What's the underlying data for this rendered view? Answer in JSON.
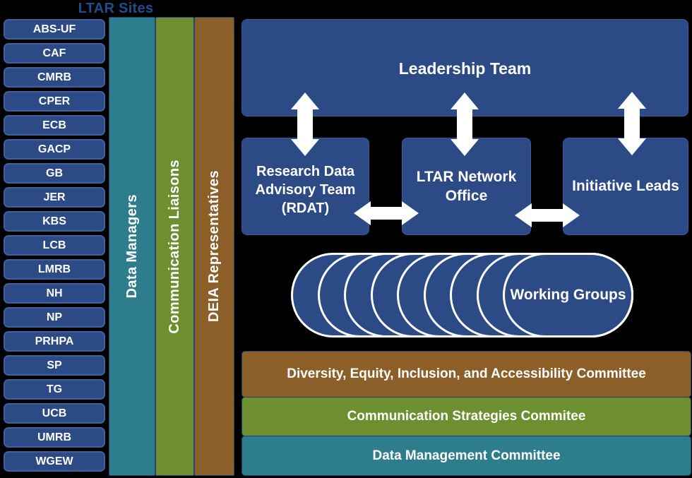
{
  "sites_panel": {
    "title": "LTAR Sites",
    "sites": [
      "ABS-UF",
      "CAF",
      "CMRB",
      "CPER",
      "ECB",
      "GACP",
      "GB",
      "JER",
      "KBS",
      "LCB",
      "LMRB",
      "NH",
      "NP",
      "PRHPA",
      "SP",
      "TG",
      "UCB",
      "UMRB",
      "WGEW"
    ]
  },
  "role_bars": [
    {
      "label": "Data Managers",
      "color": "#2e7d8c"
    },
    {
      "label": "Communication Liaisons",
      "color": "#6d8f30"
    },
    {
      "label": "DEIA Representatives",
      "color": "#8c5f28"
    }
  ],
  "org_chart": {
    "leadership": {
      "label": "Leadership Team"
    },
    "rdat": {
      "label": "Research Data Advisory Team (RDAT)"
    },
    "network_office": {
      "label": "LTAR Network Office"
    },
    "initiative_leads": {
      "label": "Initiative Leads"
    },
    "working_groups": {
      "label": "Working Groups"
    }
  },
  "committees": [
    {
      "label": "Diversity, Equity, Inclusion, and Accessibility Committee",
      "color": "#8c5f28"
    },
    {
      "label": "Communication Strategies Commitee",
      "color": "#6d8f30"
    },
    {
      "label": "Data Management Committee",
      "color": "#2e7d8c"
    }
  ],
  "colors": {
    "background": "#000000",
    "box_blue": "#2c4a85",
    "teal": "#2e7d8c",
    "green": "#6d8f30",
    "brown": "#8c5f28",
    "title_blue": "#1f4e8c",
    "arrow": "#ffffff"
  }
}
